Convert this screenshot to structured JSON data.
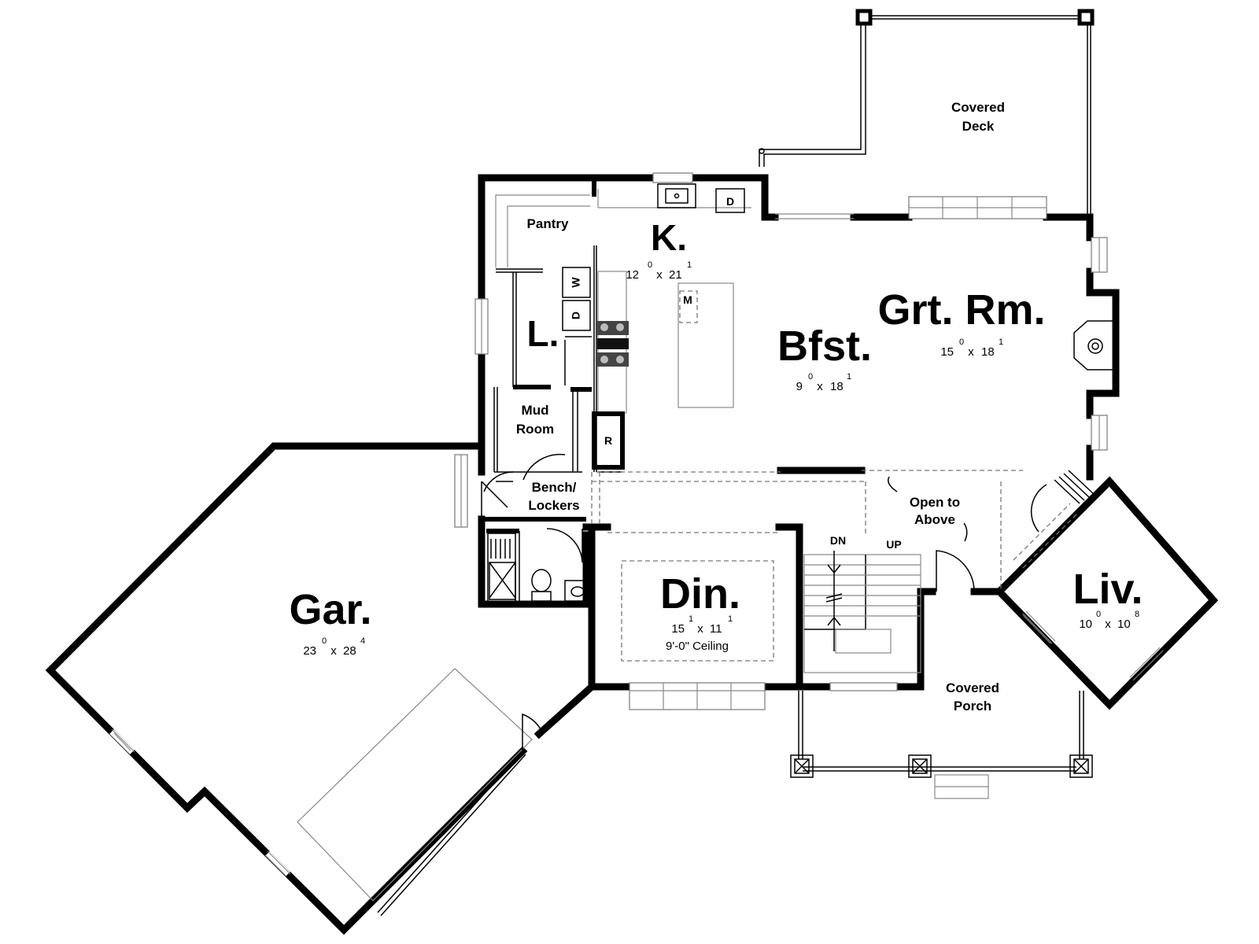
{
  "rooms": {
    "covered_deck": {
      "line1": "Covered",
      "line2": "Deck"
    },
    "pantry": {
      "label": "Pantry"
    },
    "kitchen": {
      "label": "K.",
      "w": "12",
      "w_sup": "0",
      "h": "21",
      "h_sup": "1"
    },
    "laundry": {
      "label": "L."
    },
    "breakfast": {
      "label": "Bfst.",
      "w": "9",
      "w_sup": "0",
      "h": "18",
      "h_sup": "1"
    },
    "great_room": {
      "label": "Grt. Rm.",
      "w": "15",
      "w_sup": "0",
      "h": "18",
      "h_sup": "1"
    },
    "mud_room": {
      "line1": "Mud",
      "line2": "Room"
    },
    "bench_lockers": {
      "line1": "Bench/",
      "line2": "Lockers"
    },
    "open_to_above": {
      "line1": "Open to",
      "line2": "Above"
    },
    "garage": {
      "label": "Gar.",
      "w": "23",
      "w_sup": "0",
      "h": "28",
      "h_sup": "4"
    },
    "dining": {
      "label": "Din.",
      "w": "15",
      "w_sup": "1",
      "h": "11",
      "h_sup": "1",
      "note": "9'-0\" Ceiling"
    },
    "living": {
      "label": "Liv.",
      "w": "10",
      "w_sup": "0",
      "h": "10",
      "h_sup": "8"
    },
    "covered_porch": {
      "line1": "Covered",
      "line2": "Porch"
    }
  },
  "fixtures": {
    "washer": "W",
    "dryer": "D",
    "dishwasher": "D",
    "microwave": "M",
    "refrigerator": "R"
  },
  "stairs": {
    "down": "DN",
    "up": "UP"
  }
}
